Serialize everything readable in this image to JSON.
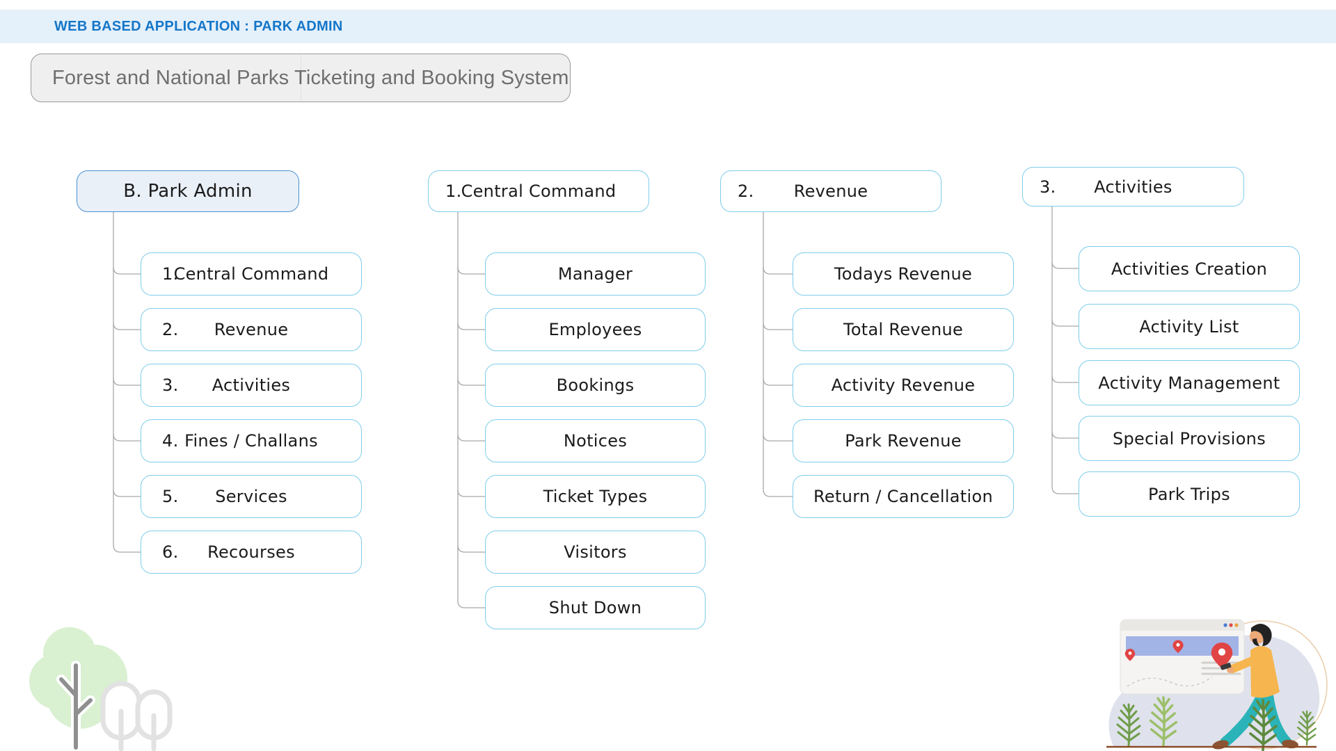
{
  "topbar": {
    "title": "WEB BASED APPLICATION : PARK ADMIN"
  },
  "subtitle": {
    "text": "Forest and National Parks Ticketing and Booking System"
  },
  "diagram": {
    "root": {
      "label": "B. Park Admin"
    },
    "root_children": [
      {
        "num": "1.",
        "label": "Central Command"
      },
      {
        "num": "2.",
        "label": "Revenue"
      },
      {
        "num": "3.",
        "label": "Activities"
      },
      {
        "num": "4.",
        "label": "Fines / Challans"
      },
      {
        "num": "5.",
        "label": "Services"
      },
      {
        "num": "6.",
        "label": "Recourses"
      }
    ],
    "groups": [
      {
        "num": "1.",
        "label": "Central Command",
        "children": [
          "Manager",
          "Employees",
          "Bookings",
          "Notices",
          "Ticket Types",
          "Visitors",
          "Shut Down"
        ]
      },
      {
        "num": "2.",
        "label": "Revenue",
        "children": [
          "Todays Revenue",
          "Total Revenue",
          "Activity Revenue",
          "Park Revenue",
          "Return / Cancellation"
        ]
      },
      {
        "num": "3.",
        "label": "Activities",
        "children": [
          "Activities Creation",
          "Activity List",
          "Activity Management",
          "Special Provisions",
          "Park Trips"
        ]
      }
    ]
  },
  "colors": {
    "topbar_bg": "#e4f0fa",
    "topbar_text": "#1576c8",
    "subtitle_bg": "#efefef",
    "subtitle_border": "#9a9a9a",
    "subtitle_text": "#6e6e6e",
    "node_border": "#7ecdeb",
    "root_node_bg": "#e9f0f8",
    "root_node_border": "#4a90d2",
    "connector": "#a8a8a8",
    "node_text": "#1b1b1b",
    "illustration_green": "#d9f0d1",
    "illustration_teal": "#2ab3b8",
    "illustration_orange": "#f6b54e"
  },
  "icons": {
    "tree_illustration": "trees",
    "traveler_illustration": "person-walking-with-map"
  }
}
